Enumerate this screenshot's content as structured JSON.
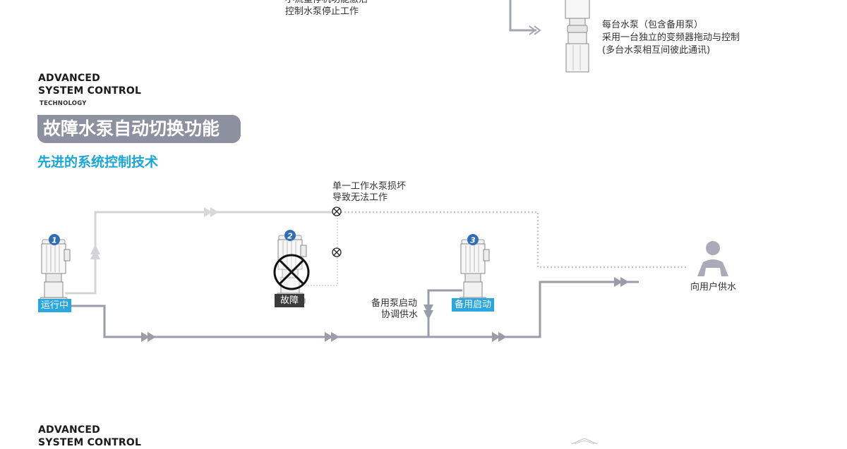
{
  "top_partial": {
    "left_line1": "小流量停机功能激活",
    "left_line2": "控制水泵停止工作",
    "right_line1": "每台水泵（包含备用泵）",
    "right_line2": "采用一台独立的变频器拖动与控制",
    "right_line3": "(多台水泵相互间彼此通讯)"
  },
  "section": {
    "en_line1": "ADVANCED",
    "en_line2": "SYSTEM CONTROL",
    "en_sub": "TECHNOLOGY",
    "title": "故障水泵自动切换功能",
    "subtitle": "先进的系统控制技术"
  },
  "diagram": {
    "failure_note_line1": "单一工作水泵损坏",
    "failure_note_line2": "导致无法工作",
    "pumps": [
      {
        "number": "1",
        "label": "运行中"
      },
      {
        "number": "2",
        "label": "故障"
      },
      {
        "number": "3",
        "label": "备用启动"
      }
    ],
    "standby_note_line1": "备用泵启动",
    "standby_note_line2": "协调供水",
    "user_label": "向用户供水"
  },
  "bottom_partial": {
    "en_line1": "ADVANCED",
    "en_line2": "SYSTEM CONTROL"
  },
  "colors": {
    "pipe_light": "#d4d4d6",
    "pipe_dark": "#9a9caa",
    "pill_bg": "#8d909e",
    "accent_blue": "#1aa6d8",
    "badge_blue": "#2aa7df"
  }
}
